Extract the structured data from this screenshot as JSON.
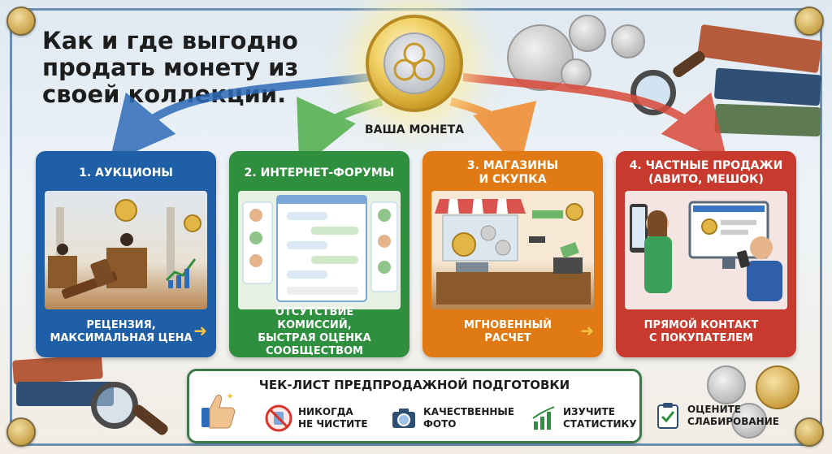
{
  "title": "Как и где выгодно продать монету из своей коллекции.",
  "coin_caption": "ВАША МОНЕТА",
  "colors": {
    "auction": "#1f5fa8",
    "forums": "#2e8f3e",
    "shops": "#e07a14",
    "private": "#c93a2e",
    "accent": "#f4c542"
  },
  "cards": [
    {
      "title": "1. АУКЦИОНЫ",
      "benefit": "РЕЦЕНЗИЯ,\nМАКСИМАЛЬНАЯ ЦЕНА",
      "icon": "gavel-icon"
    },
    {
      "title": "2. ИНТЕРНЕТ-ФОРУМЫ",
      "benefit": "ОТСУТСТВИЕ КОМИССИЙ,\nБЫСТРАЯ ОЦЕНКА\nСООБЩЕСТВОМ",
      "icon": "chat-icon"
    },
    {
      "title": "3. МАГАЗИНЫ\nИ СКУПКА",
      "benefit": "МГНОВЕННЫЙ\nРАСЧЕТ",
      "icon": "shop-icon"
    },
    {
      "title": "4. ЧАСТНЫЕ ПРОДАЖИ\n(АВИТО, МЕШОК)",
      "benefit": "ПРЯМОЙ КОНТАКТ\nС ПОКУПАТЕЛЕМ",
      "icon": "phone-icon"
    }
  ],
  "checklist": {
    "title": "ЧЕК-ЛИСТ ПРЕДПРОДАЖНОЙ ПОДГОТОВКИ",
    "items": [
      {
        "label": "НИКОГДА\nНЕ ЧИСТИТЕ",
        "icon": "no-cleaning-icon"
      },
      {
        "label": "КАЧЕСТВЕННЫЕ\nФОТО",
        "icon": "camera-icon"
      },
      {
        "label": "ИЗУЧИТЕ\nСТАТИСТИКУ",
        "icon": "chart-icon"
      },
      {
        "label": "ОЦЕНИТЕ\nСЛАБИРОВАНИЕ",
        "icon": "clipboard-check-icon"
      }
    ]
  }
}
